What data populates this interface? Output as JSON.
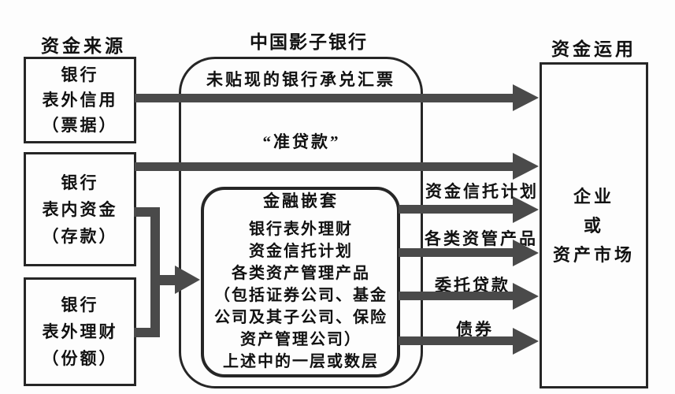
{
  "headers": {
    "left": "资金来源",
    "center": "中国影子银行",
    "right": "资金运用"
  },
  "source_boxes": [
    {
      "lines": [
        "银行",
        "表外信用",
        "（票据）"
      ]
    },
    {
      "lines": [
        "银行",
        "表内资金",
        "（存款）"
      ]
    },
    {
      "lines": [
        "银行",
        "表外理财",
        "（份额）"
      ]
    }
  ],
  "destination_box": {
    "lines": [
      "企业",
      "或",
      "资产市场"
    ]
  },
  "shadow_banking": {
    "undiscounted_bill_label": "未贴现的银行承兑汇票",
    "quasi_loan_label": "“准贷款”",
    "nesting_box": {
      "title": "金融嵌套",
      "lines": [
        "银行表外理财",
        "资金信托计划",
        "各类资产管理产品",
        "（包括证券公司、基金",
        "公司及其子公司、保险",
        "资产管理公司）",
        "上述中的一层或数层"
      ]
    }
  },
  "flow_labels": {
    "trust_plan": "资金信托计划",
    "asset_mgmt": "各类资管产品",
    "entrusted_loan": "委托贷款",
    "bond": "债券"
  },
  "colors": {
    "arrow": "#4a4a4a",
    "border": "#262626",
    "text": "#111111",
    "background": "#fdfdfd"
  }
}
